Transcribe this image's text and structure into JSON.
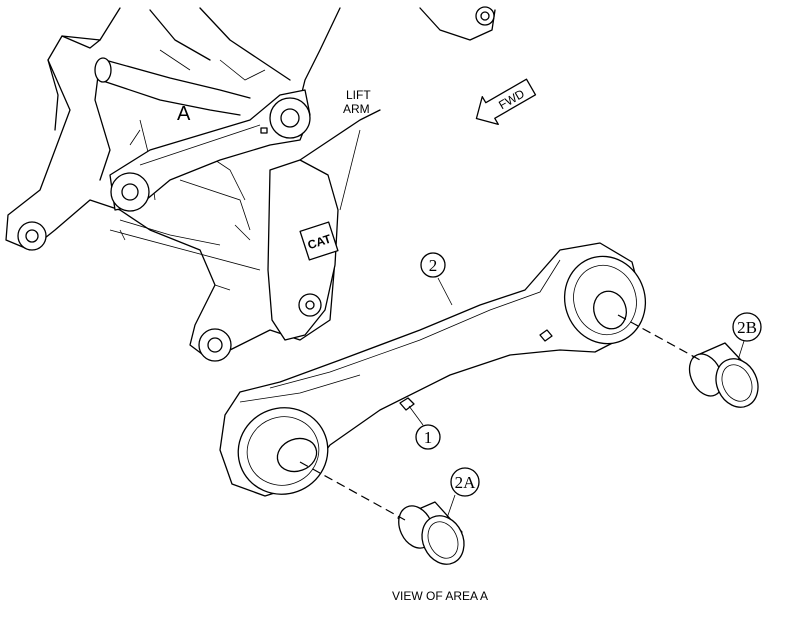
{
  "figure": {
    "area_letter": "A",
    "lift_arm_label_line1": "LIFT",
    "lift_arm_label_line2": "ARM",
    "direction_label": "FWD",
    "logo_text": "CAT",
    "caption": "VIEW OF AREA A"
  },
  "callouts": [
    {
      "id": "2",
      "text": "2"
    },
    {
      "id": "1",
      "text": "1"
    },
    {
      "id": "2A",
      "text": "2A"
    },
    {
      "id": "2B",
      "text": "2B"
    }
  ]
}
